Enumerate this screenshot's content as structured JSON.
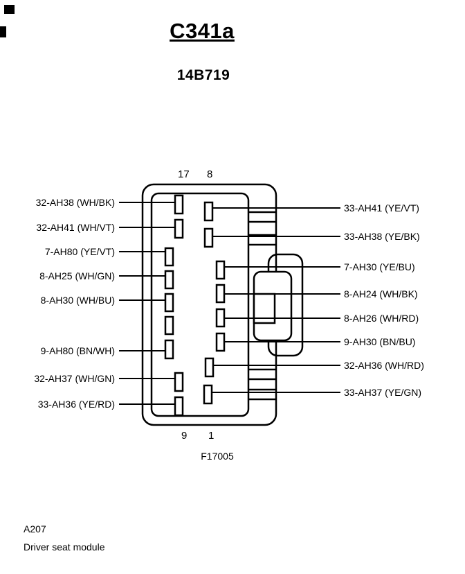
{
  "title": "C341a",
  "part_number": "14B719",
  "figure_number": "F17005",
  "pin_numbers": {
    "top_left": "17",
    "top_right": "8",
    "bottom_left": "9",
    "bottom_right": "1"
  },
  "left_labels": [
    "32-AH38 (WH/BK)",
    "32-AH41 (WH/VT)",
    "7-AH80 (YE/VT)",
    "8-AH25 (WH/GN)",
    "8-AH30 (WH/BU)",
    "9-AH80 (BN/WH)",
    "32-AH37 (WH/GN)",
    "33-AH36 (YE/RD)"
  ],
  "right_labels": [
    "33-AH41 (YE/VT)",
    "33-AH38 (YE/BK)",
    "7-AH30 (YE/BU)",
    "8-AH24 (WH/BK)",
    "8-AH26 (WH/RD)",
    "9-AH30 (BN/BU)",
    "32-AH36 (WH/RD)",
    "33-AH37 (YE/GN)"
  ],
  "footer": {
    "connector_id": "A207",
    "component_name": "Driver seat module"
  },
  "colors": {
    "ink": "#000000",
    "background": "#ffffff"
  }
}
